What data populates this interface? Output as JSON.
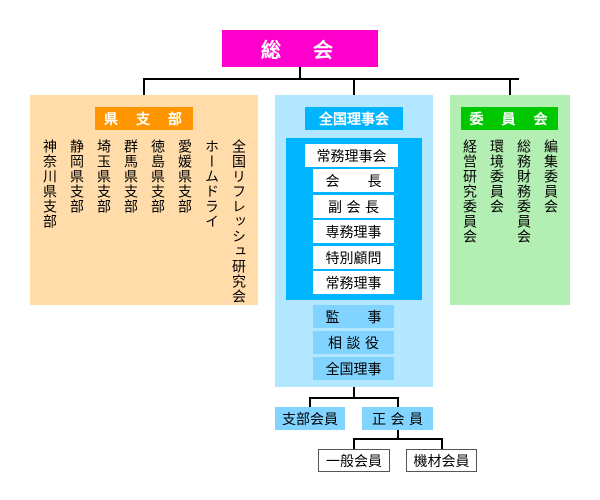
{
  "top": {
    "label": "総　会"
  },
  "colors": {
    "top": "#ff00cc",
    "branch_panel": "#ffdcaa",
    "branch_header": "#ff9600",
    "council_panel": "#b3e6ff",
    "council_header": "#00b4ff",
    "sub_box": "#80d4ff",
    "committee_panel": "#b3eeb3",
    "committee_header": "#00c800"
  },
  "branches": {
    "header": "県　支　部",
    "items": [
      "全国リフレッシュ研究会",
      "ホームドライ",
      "愛媛県支部",
      "徳島県支部",
      "群馬県支部",
      "埼玉県支部",
      "静岡県支部",
      "神奈川県支部"
    ]
  },
  "council": {
    "header": "全国理事会",
    "executive": {
      "title": "常務理事会",
      "members": [
        "会　　長",
        "副 会 長",
        "専務理事",
        "特別顧問",
        "常務理事"
      ]
    },
    "others": [
      "監　　事",
      "相 談 役",
      "全国理事"
    ]
  },
  "committees": {
    "header": "委　員　会",
    "items": [
      "編集委員会",
      "総務財務委員会",
      "環境委員会",
      "経営研究委員会"
    ]
  },
  "members": {
    "branch_member": "支部会員",
    "regular_member": "正 会 員",
    "regular_types": [
      "一般会員",
      "機材会員"
    ]
  }
}
